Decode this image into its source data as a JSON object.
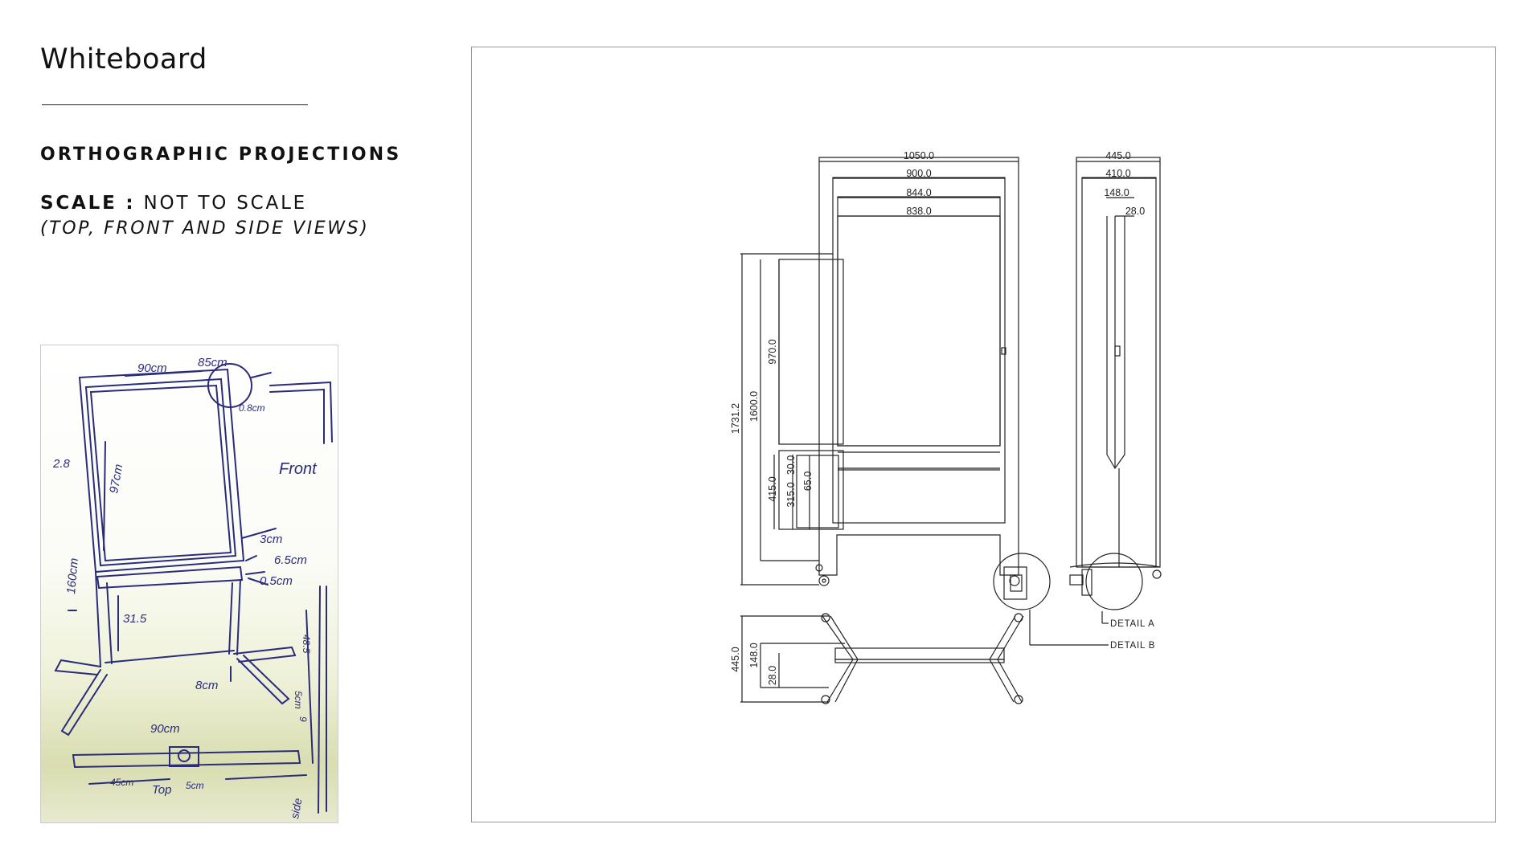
{
  "header": {
    "title": "Whiteboard",
    "subtitle": "ORTHOGRAPHIC PROJECTIONS",
    "scale_label": "SCALE :",
    "scale_value": "NOT TO SCALE",
    "views_note": "(TOP, FRONT AND SIDE VIEWS)"
  },
  "sketch": {
    "labels": {
      "w90": "90cm",
      "w85": "85cm",
      "w2_8": "2.8",
      "w0_8": "0.8cm",
      "h97": "97cm",
      "front": "Front",
      "h160": "160cm",
      "d3": "3cm",
      "d6_5": "6.5cm",
      "d0_5": "0.5cm",
      "h31_5": "31.5",
      "h8": "8cm",
      "w90b": "90cm",
      "w45": "45cm",
      "top": "Top",
      "d5": "5cm",
      "s48": "48.5",
      "s9": "9",
      "s5": "5cm",
      "s_side": "side"
    }
  },
  "drawing": {
    "front_dims": {
      "w1050": "1050.0",
      "w900": "900.0",
      "w844": "844.0",
      "w838": "838.0",
      "h1731": "1731.2",
      "h1600": "1600.0",
      "h970": "970.0",
      "h415": "415.0",
      "h315": "315.0",
      "h30": "30.0",
      "h65": "65.0"
    },
    "side_dims": {
      "w445": "445.0",
      "w410": "410.0",
      "w148": "148.0",
      "w28": "28.0"
    },
    "top_dims": {
      "d445": "445.0",
      "d148": "148.0",
      "d28": "28.0"
    },
    "details": {
      "a": "DETAIL A",
      "b": "DETAIL B"
    }
  }
}
